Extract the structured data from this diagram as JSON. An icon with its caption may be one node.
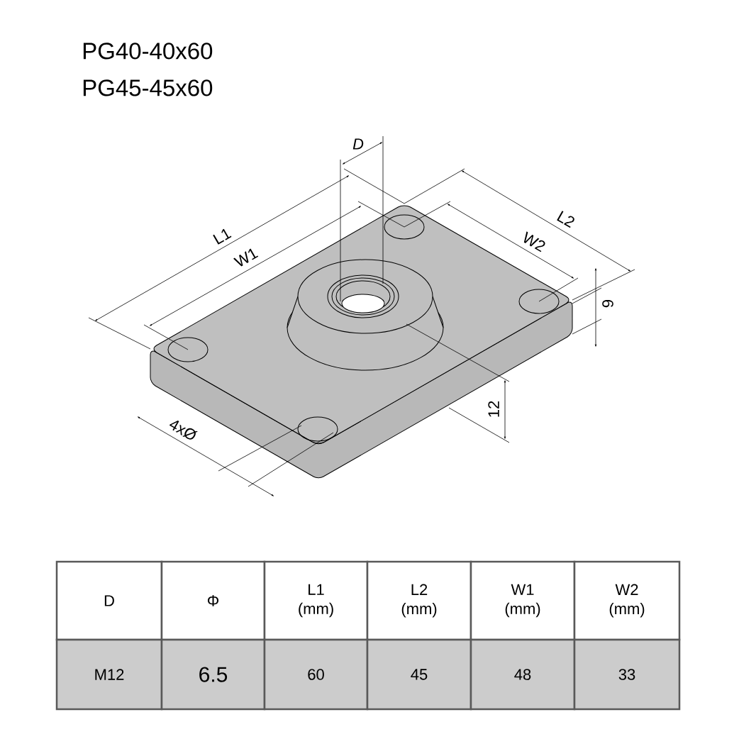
{
  "diagram": {
    "labels": [
      "PG40-40x60",
      "PG45-45x60",
      "D",
      "L2",
      "L1",
      "W2",
      "W1",
      "6",
      "12",
      "4xØ",
      "D",
      "Φ",
      "L1 (mm)",
      "L2 (mm)",
      "W1 (mm)",
      "W2 (mm)",
      "M12",
      "6.5",
      "60",
      "45",
      "48",
      "33"
    ]
  }
}
